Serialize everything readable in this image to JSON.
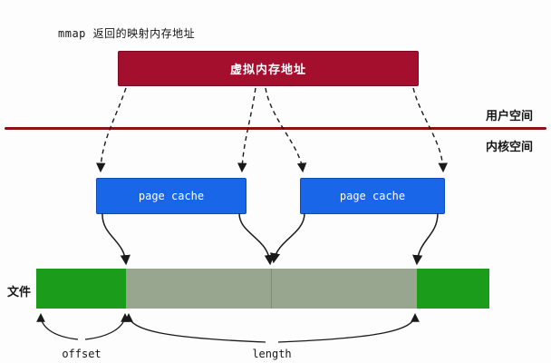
{
  "colors": {
    "bar_red": "#a50f2e",
    "divider_red": "#8b1212",
    "cache_blue": "#1a66e8",
    "file_green": "#1b9c1b",
    "mapped_gray": "#98a690"
  },
  "labels": {
    "mmap_note": "mmap 返回的映射内存地址",
    "virtual_bar": "虚拟内存地址",
    "user_space": "用户空间",
    "kernel_space": "内核空间",
    "page_cache_left": "page cache",
    "page_cache_right": "page cache",
    "file": "文件",
    "offset": "offset",
    "length": "length"
  }
}
